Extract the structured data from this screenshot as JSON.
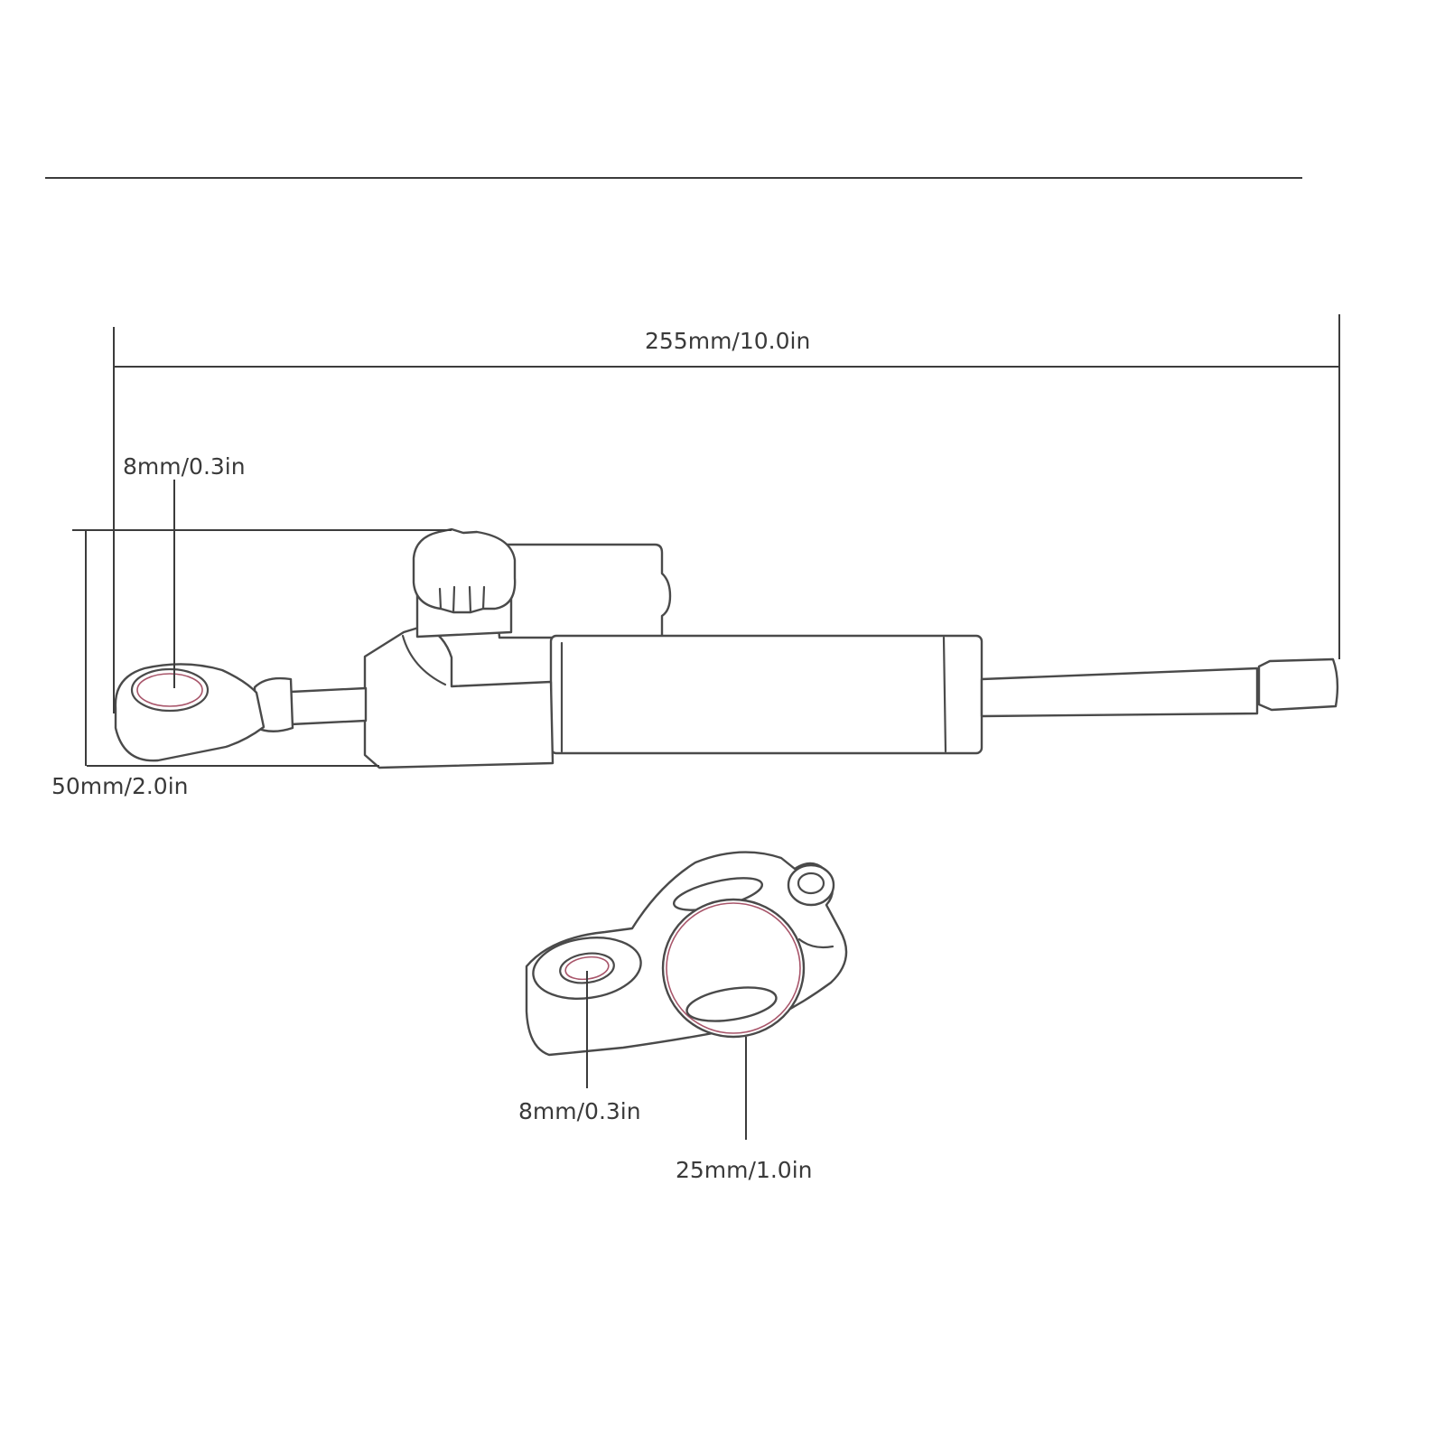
{
  "diagram": {
    "dimensions": {
      "total_length": "255mm/10.0in",
      "eye_hole_diameter": "8mm/0.3in",
      "body_height": "50mm/2.0in",
      "clamp_bolt_hole": "8mm/0.3in",
      "clamp_bore": "25mm/1.0in"
    },
    "colors": {
      "line": "#4a4a4a",
      "hole_accent": "#a8556a",
      "background": "#ffffff"
    }
  }
}
